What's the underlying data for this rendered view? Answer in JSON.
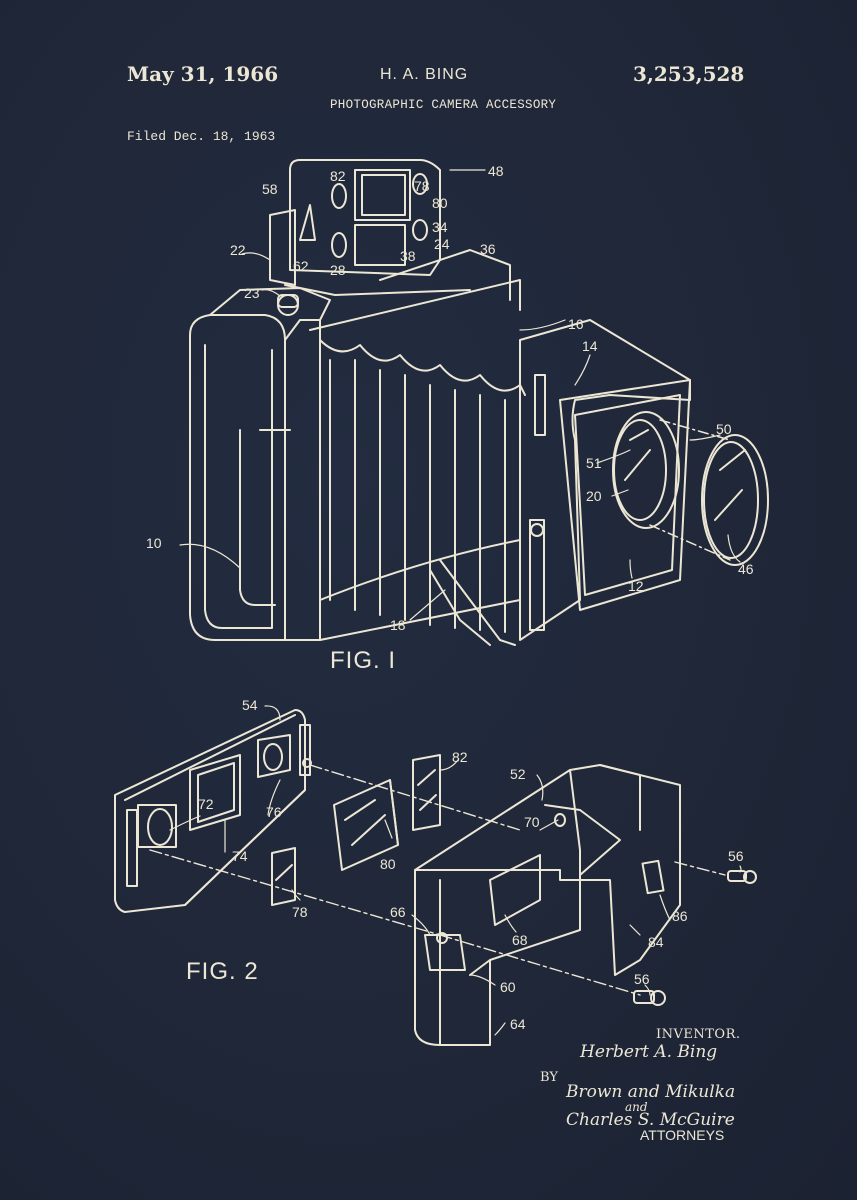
{
  "header": {
    "date": "May 31, 1966",
    "inventor_name": "H. A. BING",
    "patent_number": "3,253,528",
    "title": "PHOTOGRAPHIC CAMERA ACCESSORY",
    "filed": "Filed Dec. 18, 1963"
  },
  "colors": {
    "background": "#1f2738",
    "ink": "#ece6d4"
  },
  "figures": [
    {
      "label": "FIG. I",
      "subject": "folding camera with viewfinder accessory and lens filter",
      "callouts": [
        "48",
        "82",
        "78",
        "58",
        "80",
        "34",
        "22",
        "62",
        "28",
        "38",
        "24",
        "36",
        "23",
        "16",
        "14",
        "50",
        "51",
        "20",
        "10",
        "46",
        "12",
        "18"
      ]
    },
    {
      "label": "FIG. 2",
      "subject": "exploded view of viewfinder accessory",
      "callouts": [
        "54",
        "82",
        "52",
        "72",
        "76",
        "70",
        "74",
        "80",
        "56",
        "78",
        "66",
        "86",
        "68",
        "84",
        "56",
        "60",
        "64"
      ]
    }
  ],
  "signature_block": {
    "inventor_label": "INVENTOR.",
    "inventor_signature": "Herbert A. Bing",
    "by_label": "BY",
    "attorney_signature_1": "Brown and Mikulka",
    "attorney_signature_and": "and",
    "attorney_signature_2": "Charles S. McGuire",
    "attorneys_label": "ATTORNEYS"
  }
}
